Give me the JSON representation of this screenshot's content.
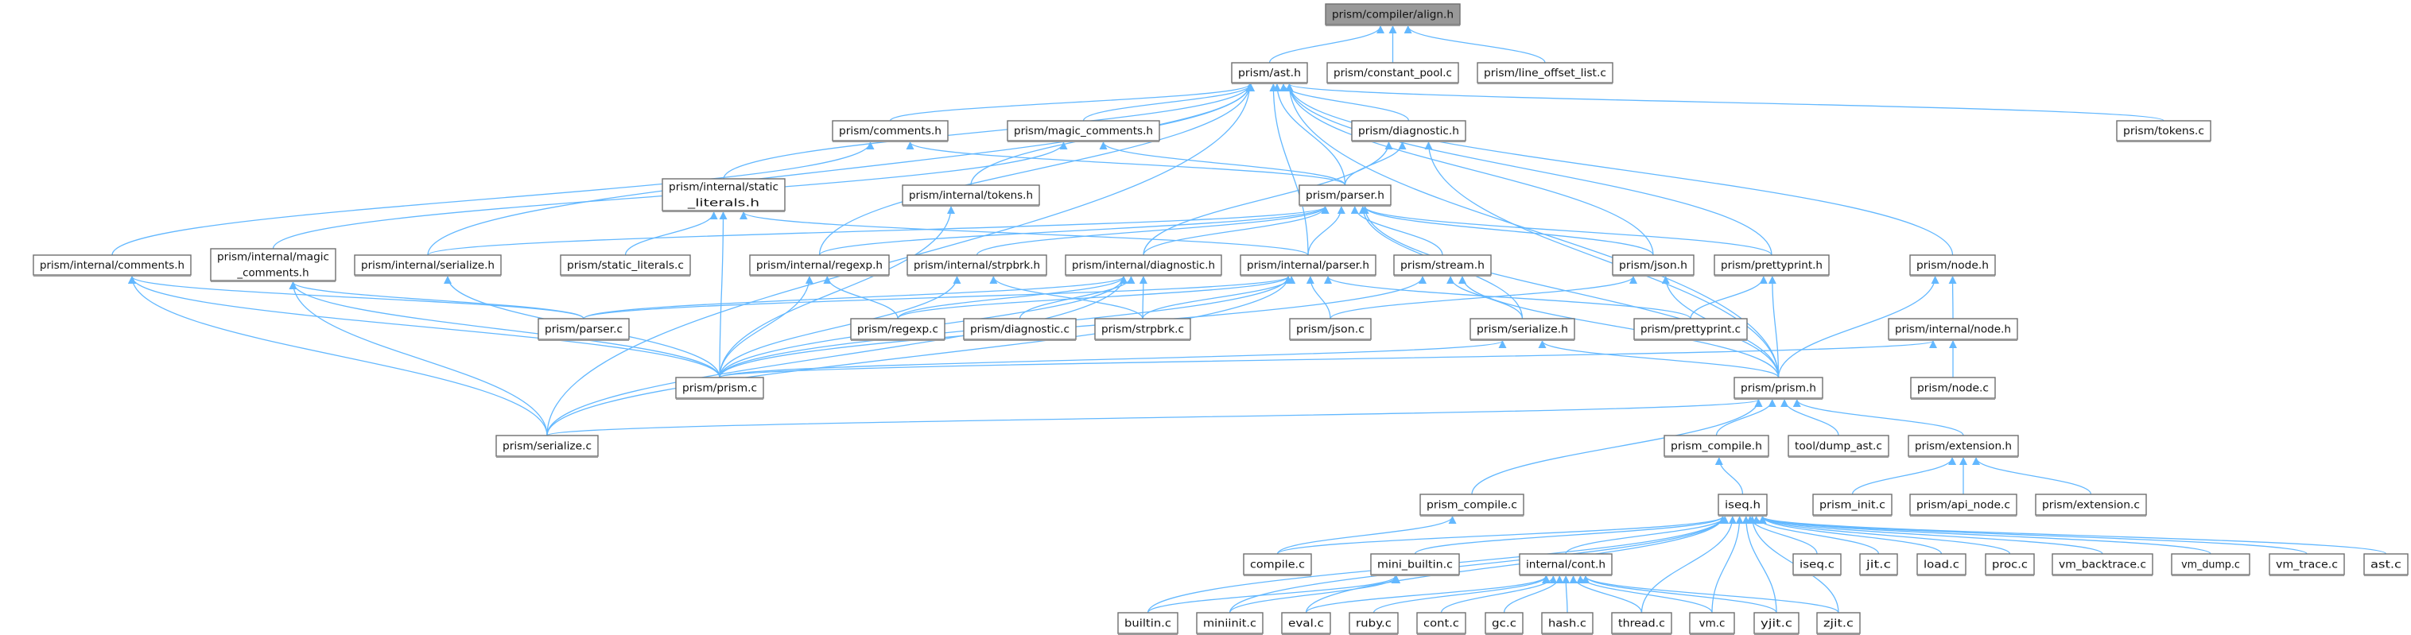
{
  "graph": {
    "title": "prism/compiler/align.h",
    "colors": {
      "edge": "#63b8ff",
      "highlight_fill": "#999999",
      "node_border": "#6e6e6e"
    },
    "nodes": [
      {
        "lines": [
          "prism/compiler/align.h"
        ],
        "highlighted": true
      },
      {
        "lines": [
          "prism/ast.h"
        ]
      },
      {
        "lines": [
          "prism/constant_pool.c"
        ]
      },
      {
        "lines": [
          "prism/line_offset_list.c"
        ]
      },
      {
        "lines": [
          "prism/comments.h"
        ]
      },
      {
        "lines": [
          "prism/magic_comments.h"
        ]
      },
      {
        "lines": [
          "prism/diagnostic.h"
        ]
      },
      {
        "lines": [
          "prism/tokens.c"
        ]
      },
      {
        "lines": [
          "prism/internal/static",
          "_literals.h"
        ]
      },
      {
        "lines": [
          "prism/internal/tokens.h"
        ]
      },
      {
        "lines": [
          "prism/parser.h"
        ]
      },
      {
        "lines": [
          "prism/internal/comments.h"
        ]
      },
      {
        "lines": [
          "prism/internal/magic",
          "_comments.h"
        ]
      },
      {
        "lines": [
          "prism/internal/serialize.h"
        ]
      },
      {
        "lines": [
          "prism/static_literals.c"
        ]
      },
      {
        "lines": [
          "prism/internal/regexp.h"
        ]
      },
      {
        "lines": [
          "prism/internal/strpbrk.h"
        ]
      },
      {
        "lines": [
          "prism/internal/diagnostic.h"
        ]
      },
      {
        "lines": [
          "prism/internal/parser.h"
        ]
      },
      {
        "lines": [
          "prism/stream.h"
        ]
      },
      {
        "lines": [
          "prism/json.h"
        ]
      },
      {
        "lines": [
          "prism/prettyprint.h"
        ]
      },
      {
        "lines": [
          "prism/node.h"
        ]
      },
      {
        "lines": [
          "prism/parser.c"
        ]
      },
      {
        "lines": [
          "prism/regexp.c"
        ]
      },
      {
        "lines": [
          "prism/diagnostic.c"
        ]
      },
      {
        "lines": [
          "prism/strpbrk.c"
        ]
      },
      {
        "lines": [
          "prism/json.c"
        ]
      },
      {
        "lines": [
          "prism/serialize.h"
        ]
      },
      {
        "lines": [
          "prism/prettyprint.c"
        ]
      },
      {
        "lines": [
          "prism/internal/node.h"
        ]
      },
      {
        "lines": [
          "prism/prism.c"
        ]
      },
      {
        "lines": [
          "prism/prism.h"
        ]
      },
      {
        "lines": [
          "prism/node.c"
        ]
      },
      {
        "lines": [
          "prism/serialize.c"
        ]
      },
      {
        "lines": [
          "prism_compile.h"
        ]
      },
      {
        "lines": [
          "tool/dump_ast.c"
        ]
      },
      {
        "lines": [
          "prism/extension.h"
        ]
      },
      {
        "lines": [
          "prism_compile.c"
        ]
      },
      {
        "lines": [
          "iseq.h"
        ]
      },
      {
        "lines": [
          "prism_init.c"
        ]
      },
      {
        "lines": [
          "prism/api_node.c"
        ]
      },
      {
        "lines": [
          "prism/extension.c"
        ]
      },
      {
        "lines": [
          "compile.c"
        ]
      },
      {
        "lines": [
          "mini_builtin.c"
        ]
      },
      {
        "lines": [
          "internal/cont.h"
        ]
      },
      {
        "lines": [
          "iseq.c"
        ]
      },
      {
        "lines": [
          "jit.c"
        ]
      },
      {
        "lines": [
          "load.c"
        ]
      },
      {
        "lines": [
          "proc.c"
        ]
      },
      {
        "lines": [
          "vm_backtrace.c"
        ]
      },
      {
        "lines": [
          "vm_dump.c"
        ]
      },
      {
        "lines": [
          "vm_trace.c"
        ]
      },
      {
        "lines": [
          "ast.c"
        ]
      },
      {
        "lines": [
          "builtin.c"
        ]
      },
      {
        "lines": [
          "miniinit.c"
        ]
      },
      {
        "lines": [
          "eval.c"
        ]
      },
      {
        "lines": [
          "ruby.c"
        ]
      },
      {
        "lines": [
          "cont.c"
        ]
      },
      {
        "lines": [
          "gc.c"
        ]
      },
      {
        "lines": [
          "hash.c"
        ]
      },
      {
        "lines": [
          "thread.c"
        ]
      },
      {
        "lines": [
          "vm.c"
        ]
      },
      {
        "lines": [
          "yjit.c"
        ]
      },
      {
        "lines": [
          "zjit.c"
        ]
      }
    ],
    "edges": [
      [
        1,
        0
      ],
      [
        2,
        0
      ],
      [
        3,
        0
      ],
      [
        4,
        1
      ],
      [
        5,
        1
      ],
      [
        6,
        1
      ],
      [
        7,
        1
      ],
      [
        8,
        1
      ],
      [
        9,
        1
      ],
      [
        10,
        1
      ],
      [
        13,
        1
      ],
      [
        15,
        1
      ],
      [
        18,
        1
      ],
      [
        20,
        1
      ],
      [
        21,
        1
      ],
      [
        22,
        1
      ],
      [
        32,
        1
      ],
      [
        34,
        1
      ],
      [
        10,
        4
      ],
      [
        10,
        5
      ],
      [
        10,
        6
      ],
      [
        11,
        4
      ],
      [
        12,
        5
      ],
      [
        14,
        8
      ],
      [
        18,
        8
      ],
      [
        31,
        8
      ],
      [
        31,
        9
      ],
      [
        13,
        10
      ],
      [
        15,
        10
      ],
      [
        16,
        10
      ],
      [
        17,
        10
      ],
      [
        18,
        10
      ],
      [
        19,
        10
      ],
      [
        20,
        10
      ],
      [
        21,
        10
      ],
      [
        28,
        10
      ],
      [
        32,
        10
      ],
      [
        17,
        6
      ],
      [
        32,
        6
      ],
      [
        23,
        11
      ],
      [
        31,
        11
      ],
      [
        34,
        11
      ],
      [
        31,
        12
      ],
      [
        34,
        12
      ],
      [
        23,
        12
      ],
      [
        31,
        13
      ],
      [
        31,
        15
      ],
      [
        24,
        15
      ],
      [
        31,
        16
      ],
      [
        26,
        16
      ],
      [
        23,
        17
      ],
      [
        24,
        17
      ],
      [
        25,
        17
      ],
      [
        26,
        17
      ],
      [
        31,
        17
      ],
      [
        34,
        17
      ],
      [
        23,
        18
      ],
      [
        24,
        18
      ],
      [
        26,
        18
      ],
      [
        27,
        18
      ],
      [
        31,
        18
      ],
      [
        34,
        18
      ],
      [
        29,
        18
      ],
      [
        28,
        19
      ],
      [
        31,
        19
      ],
      [
        32,
        19
      ],
      [
        27,
        20
      ],
      [
        32,
        20
      ],
      [
        29,
        21
      ],
      [
        32,
        21
      ],
      [
        30,
        22
      ],
      [
        32,
        22
      ],
      [
        33,
        30
      ],
      [
        31,
        30
      ],
      [
        31,
        28
      ],
      [
        32,
        28
      ],
      [
        35,
        32
      ],
      [
        36,
        32
      ],
      [
        37,
        32
      ],
      [
        38,
        32
      ],
      [
        34,
        32
      ],
      [
        39,
        35
      ],
      [
        40,
        37
      ],
      [
        41,
        37
      ],
      [
        42,
        37
      ],
      [
        43,
        38
      ],
      [
        43,
        39
      ],
      [
        44,
        39
      ],
      [
        45,
        39
      ],
      [
        46,
        39
      ],
      [
        47,
        39
      ],
      [
        48,
        39
      ],
      [
        49,
        39
      ],
      [
        50,
        39
      ],
      [
        51,
        39
      ],
      [
        52,
        39
      ],
      [
        53,
        39
      ],
      [
        54,
        39
      ],
      [
        55,
        39
      ],
      [
        56,
        39
      ],
      [
        61,
        39
      ],
      [
        62,
        39
      ],
      [
        63,
        39
      ],
      [
        64,
        39
      ],
      [
        54,
        44
      ],
      [
        55,
        44
      ],
      [
        56,
        45
      ],
      [
        57,
        45
      ],
      [
        58,
        45
      ],
      [
        59,
        45
      ],
      [
        60,
        45
      ],
      [
        61,
        45
      ],
      [
        62,
        45
      ],
      [
        63,
        45
      ],
      [
        64,
        45
      ]
    ]
  }
}
